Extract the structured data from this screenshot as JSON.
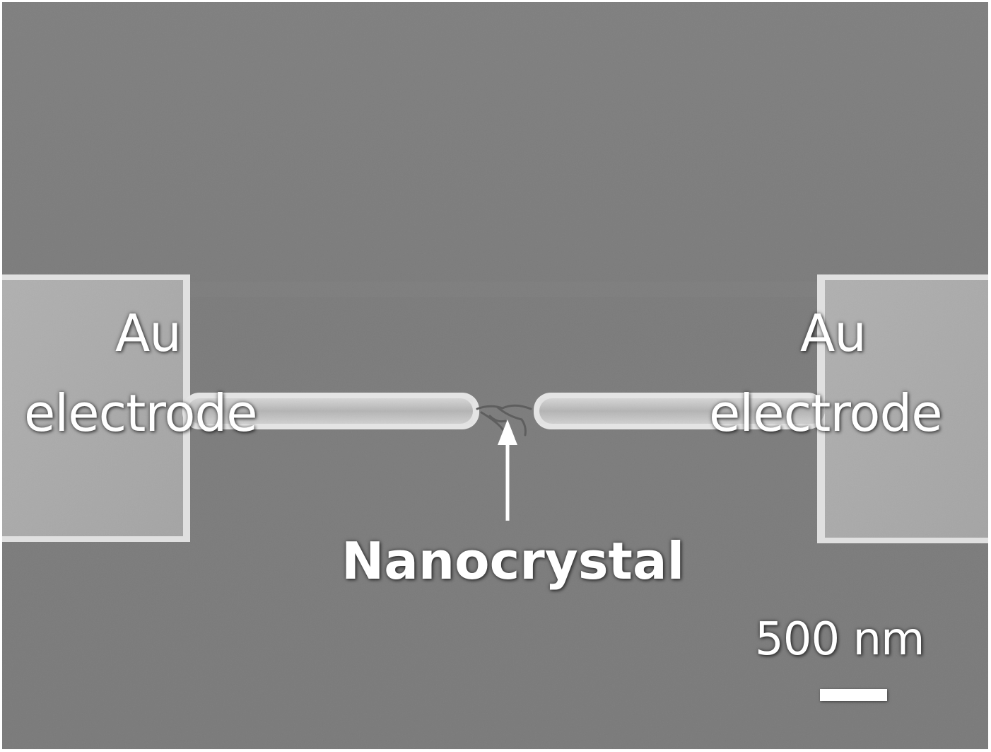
{
  "image": {
    "left_electrode": {
      "line1": "Au",
      "line2": "electrode"
    },
    "right_electrode": {
      "line1": "Au",
      "line2": "electrode"
    },
    "nanocrystal_label": "Nanocrystal",
    "scale_bar_label": "500 nm",
    "colors": {
      "substrate": "#7d7d7d",
      "electrode": "#a9a9a9",
      "electrode_edge": "#e3e3e3",
      "label": "#ffffff"
    }
  }
}
